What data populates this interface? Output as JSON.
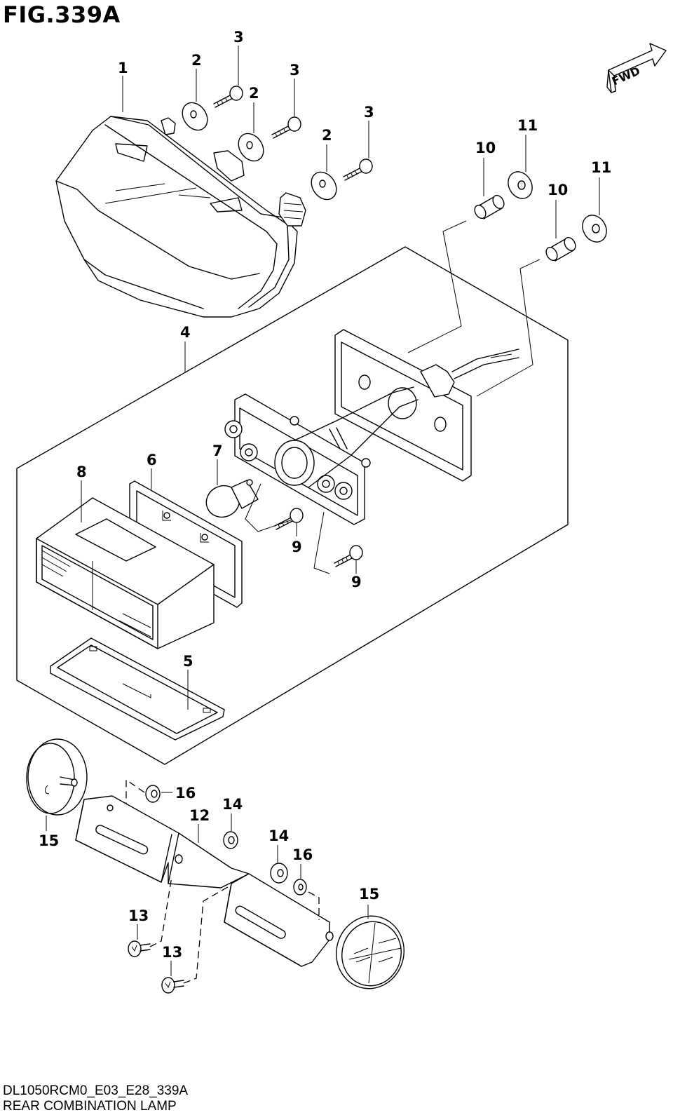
{
  "figure": {
    "title": "FIG.339A",
    "model_code": "DL1050RCM0_E03_E28_339A",
    "name": "REAR COMBINATION LAMP"
  },
  "fwd_label": "FWD",
  "callouts": {
    "c1": "1",
    "c2a": "2",
    "c2b": "2",
    "c2c": "2",
    "c3a": "3",
    "c3b": "3",
    "c3c": "3",
    "c4": "4",
    "c5": "5",
    "c6": "6",
    "c7": "7",
    "c8": "8",
    "c9a": "9",
    "c9b": "9",
    "c10a": "10",
    "c10b": "10",
    "c11a": "11",
    "c11b": "11",
    "c12": "12",
    "c13a": "13",
    "c13b": "13",
    "c14a": "14",
    "c14b": "14",
    "c15a": "15",
    "c15b": "15",
    "c16a": "16",
    "c16b": "16"
  }
}
